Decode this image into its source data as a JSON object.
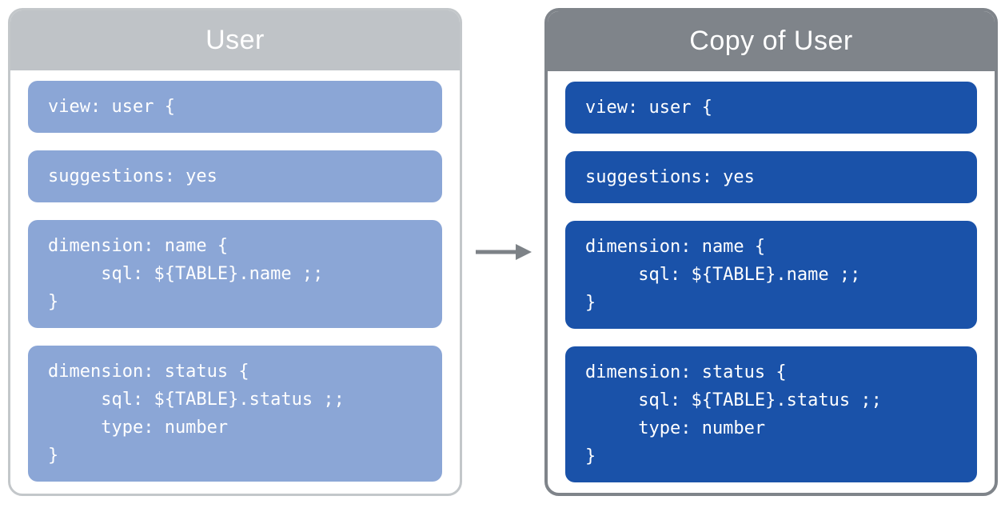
{
  "panels": [
    {
      "title": "User",
      "colors": {
        "header": "#bfc3c7",
        "border": "#c3c7ca",
        "block": "#8ba6d6"
      },
      "blocks": [
        "view: user {",
        "suggestions: yes",
        "dimension: name {\n     sql: ${TABLE}.name ;;\n}",
        "dimension: status {\n     sql: ${TABLE}.status ;;\n     type: number\n}"
      ]
    },
    {
      "title": "Copy of User",
      "colors": {
        "header": "#7f848a",
        "border": "#7f848a",
        "block": "#1a52a9"
      },
      "blocks": [
        "view: user {",
        "suggestions: yes",
        "dimension: name {\n     sql: ${TABLE}.name ;;\n}",
        "dimension: status {\n     sql: ${TABLE}.status ;;\n     type: number\n}"
      ]
    }
  ],
  "arrow": {
    "direction": "right",
    "color": "#7d8287"
  }
}
